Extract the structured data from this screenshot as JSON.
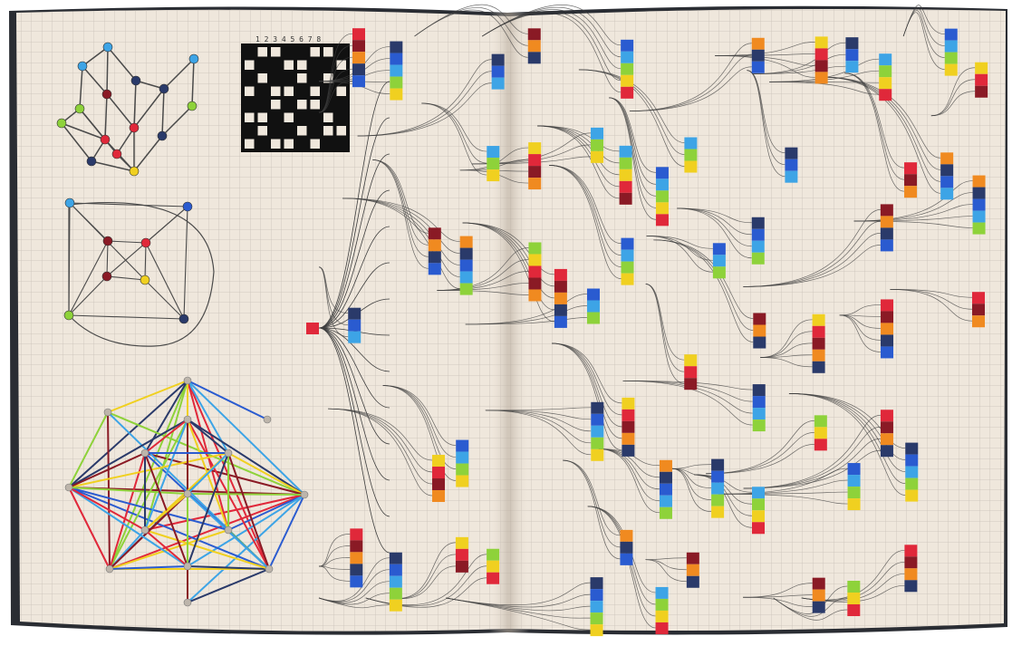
{
  "image": {
    "subject": "open-notebook",
    "colors": {
      "background": "#ffffff",
      "paper": "#efe7dc",
      "paper_shadow": "#d9cfc2",
      "grid": "#c7bfb6",
      "cover": "#2a2d33",
      "ink": "#4a4a4a",
      "blue": "#2a5bd0",
      "red": "#e0283a",
      "darkred": "#8a1a25",
      "green": "#8ed23a",
      "yellow": "#f0d020",
      "lightblue": "#3da4e6",
      "navy": "#2a3a6a",
      "orange": "#f08a20"
    }
  },
  "bitmap": {
    "header": "1 2 3 4 5 6 7 8",
    "rows": [
      [
        1,
        0,
        0,
        1,
        1,
        0,
        0,
        1
      ],
      [
        0,
        1,
        1,
        0,
        0,
        1,
        1,
        0
      ],
      [
        1,
        0,
        1,
        1,
        0,
        1,
        0,
        1
      ],
      [
        0,
        1,
        0,
        0,
        1,
        0,
        1,
        0
      ],
      [
        1,
        1,
        0,
        1,
        0,
        0,
        1,
        1
      ],
      [
        0,
        0,
        1,
        0,
        1,
        1,
        0,
        1
      ],
      [
        1,
        0,
        1,
        1,
        0,
        1,
        0,
        0
      ],
      [
        0,
        1,
        0,
        0,
        1,
        0,
        1,
        1
      ]
    ]
  }
}
